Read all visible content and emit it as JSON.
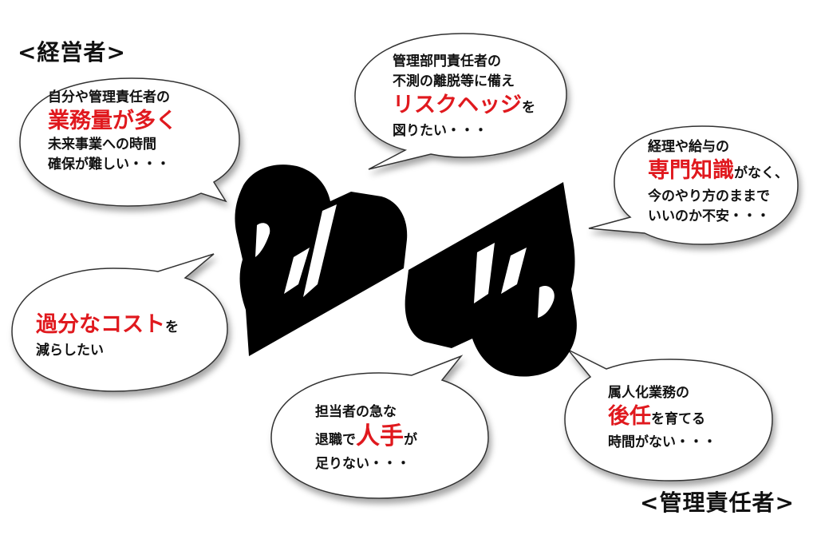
{
  "labels": {
    "management": "<経営者>",
    "manager": "<管理責任者>"
  },
  "colors": {
    "emphasis": "#e0191e",
    "text": "#111111",
    "bubble_fill": "#ffffff",
    "bubble_stroke": "#333333",
    "silhouette": "#000000"
  },
  "bubbles": {
    "b1": {
      "line1": "自分や管理責任者の",
      "line2_em": "業務量が多く",
      "line3": "未来事業への時間",
      "line4": "確保が難しい・・・"
    },
    "b2": {
      "line1": "管理部門責任者の",
      "line2": "不測の離脱等に備え",
      "line3_em": "リスクヘッジ",
      "line3_tail": "を",
      "line4": "図りたい・・・"
    },
    "b3": {
      "line1": "経理や給与の",
      "line2_em": "専門知識",
      "line2_tail": "がなく、",
      "line3": "今のやり方のままで",
      "line4": "いいのか不安・・・"
    },
    "b4": {
      "line1_em": "過分なコスト",
      "line1_tail": "を",
      "line2": "減らしたい"
    },
    "b5": {
      "line1": "担当者の急な",
      "line2_head": "退職で",
      "line2_em": "人手",
      "line2_tail": "が",
      "line3": "足りない・・・"
    },
    "b6": {
      "line1": "属人化業務の",
      "line2_em": "後任",
      "line2_tail": "を育てる",
      "line3": "時間がない・・・"
    }
  },
  "icons": [
    "speech-bubble",
    "distressed-person-silhouette"
  ]
}
